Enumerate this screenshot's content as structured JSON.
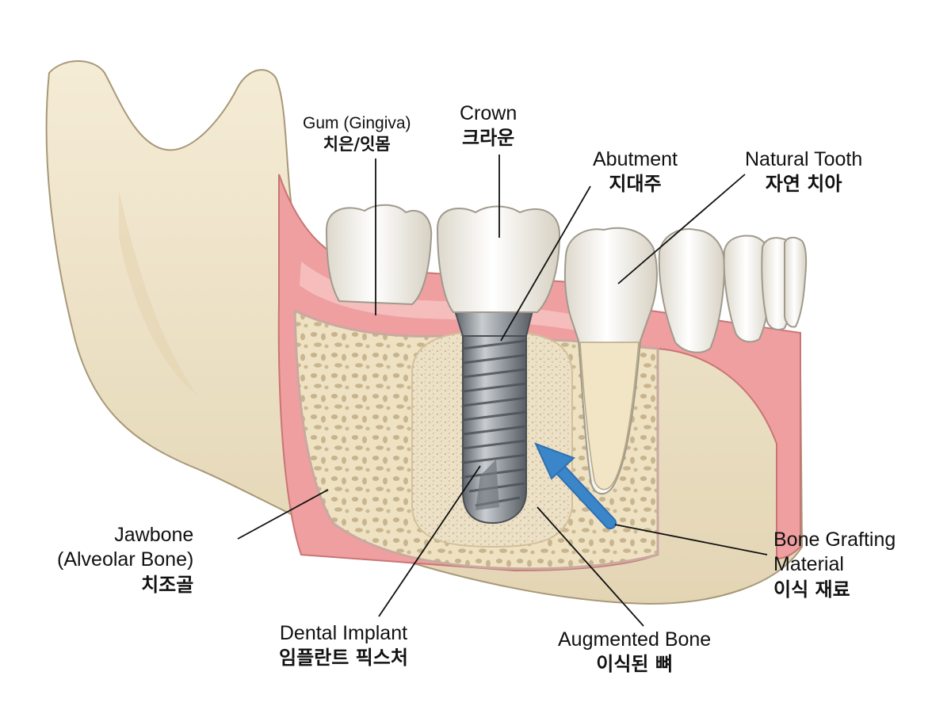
{
  "labels": {
    "gum": {
      "en": "Gum (Gingiva)",
      "ko": "치은/잇몸"
    },
    "crown": {
      "en": "Crown",
      "ko": "크라운"
    },
    "abutment": {
      "en": "Abutment",
      "ko": "지대주"
    },
    "natural_tooth": {
      "en": "Natural Tooth",
      "ko": "자연 치아"
    },
    "jawbone": {
      "en1": "Jawbone",
      "en2": "(Alveolar Bone)",
      "ko": "치조골"
    },
    "bone_graft": {
      "en1": "Bone Grafting",
      "en2": "Material",
      "ko": "이식 재료"
    },
    "implant": {
      "en": "Dental Implant",
      "ko": "임플란트 픽스처"
    },
    "augmented_bone": {
      "en": "Augmented Bone",
      "ko": "이식된 뼈"
    }
  },
  "colors": {
    "bone": "#f1e6cc",
    "bone_outline": "#a89878",
    "gum": "#ef9fa0",
    "gum_light": "#f6c6c3",
    "tooth": "#fbfaf4",
    "implant_metal": "#8d9399",
    "graft": "#e9dcc0",
    "arrow": "#3a86c8"
  }
}
